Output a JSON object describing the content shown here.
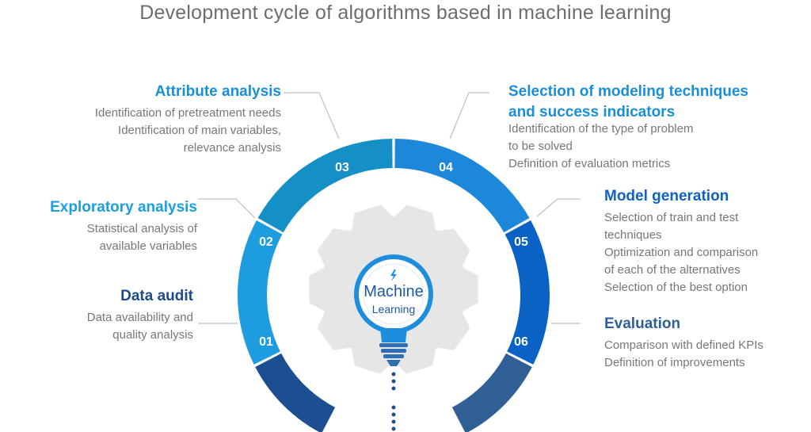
{
  "title": "Development cycle of algorithms based in machine learning",
  "center": {
    "line1": "Machine",
    "line2": "Learning",
    "icon": "lightning-bolt-icon"
  },
  "colors": {
    "s01": "#1c4e92",
    "s02": "#1d9de0",
    "s03": "#1590c6",
    "s04": "#1d88da",
    "s05": "#0a63c4",
    "s06": "#2f5f94",
    "title_blue": "#1a8fd6",
    "title_dark": "#1b4b88",
    "gear": "#e6e6e6"
  },
  "steps": [
    {
      "num": "01",
      "title": "Data audit",
      "desc": [
        "Data availability and",
        "quality analysis"
      ]
    },
    {
      "num": "02",
      "title": "Exploratory analysis",
      "desc": [
        "Statistical analysis of",
        "available variables"
      ]
    },
    {
      "num": "03",
      "title": "Attribute analysis",
      "desc": [
        "Identification of pretreatment needs",
        "Identification of main variables,",
        "relevance analysis"
      ]
    },
    {
      "num": "04",
      "title_lines": [
        "Selection of modeling techniques",
        "and success indicators"
      ],
      "desc": [
        "Identification of the type of problem",
        "to be solved",
        "Definition of evaluation metrics"
      ]
    },
    {
      "num": "05",
      "title": "Model generation",
      "desc": [
        "Selection of train and test",
        "techniques",
        "Optimization and comparison",
        "of each of the alternatives",
        "Selection of the best option"
      ]
    },
    {
      "num": "06",
      "title": "Evaluation",
      "desc": [
        "Comparison with defined KPIs",
        "Definition of improvements"
      ]
    }
  ]
}
